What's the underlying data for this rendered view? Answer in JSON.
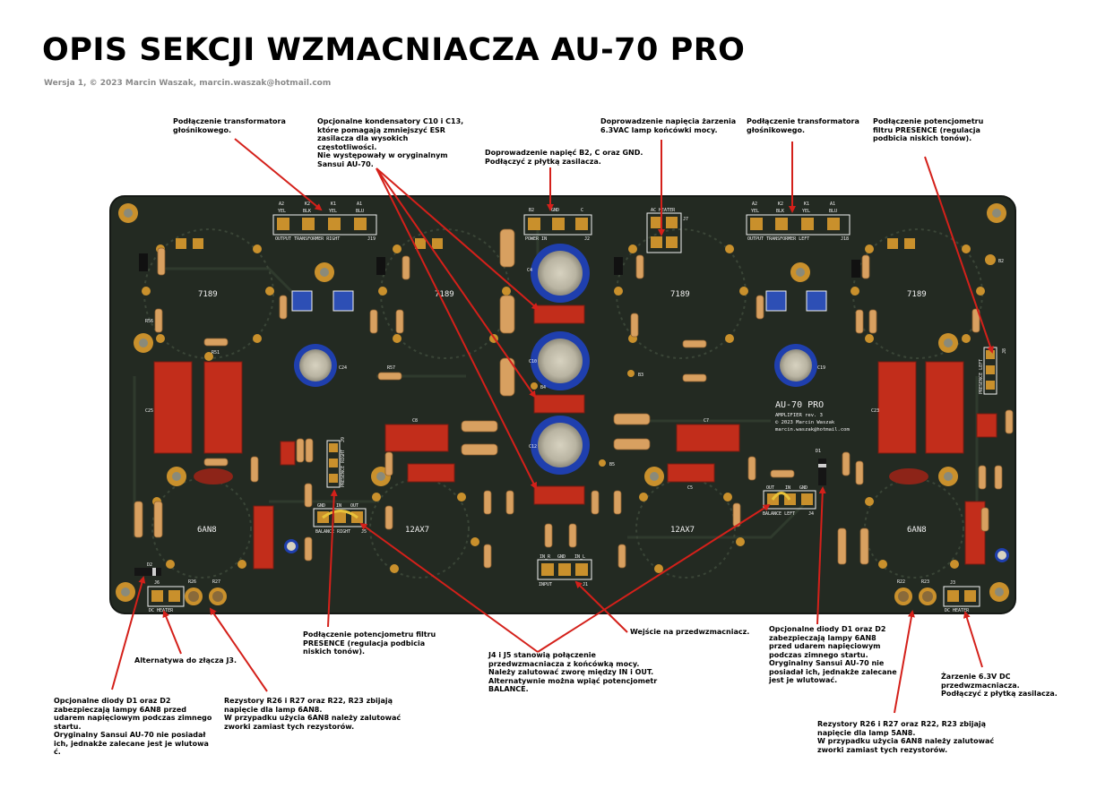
{
  "header": {
    "title": "OPIS SEKCJI WZMACNIACZA AU-70 PRO",
    "version": "Wersja 1, © 2023 Marcin Waszak, marcin.waszak@hotmail.com"
  },
  "annotations": {
    "transformer_right": "Podłączenie transformatora\ngłośnikowego.",
    "capacitors_c10_c13": "Opcjonalne kondensatory C10 i C13,\nktóre pomagają zmniejszyć ESR\nzasilacza dla wysokich\nczęstotliwości.\nNie występowały w oryginalnym\nSansui AU-70.",
    "power_b2": "Doprowadzenie napięć B2, C oraz GND.\nPodłączyć z płytką zasilacza.",
    "heater_6v3": "Doprowadzenie napięcia żarzenia\n6.3VAC lamp końcówki mocy.",
    "transformer_left": "Podłączenie transformatora\ngłośnikowego.",
    "presence_left": "Podłączenie potencjometru\nfiltru PRESENCE (regulacja\npodbicia niskich tonów).",
    "presence_right": "Podłączenie potencjometru filtru\nPRESENCE (regulacja podbicia\nniskich tonów).",
    "input": "Wejście na przedwzmacniacz.",
    "j4_j5": "J4 i J5 stanowią połączenie\nprzedwzmacniacza z końcówką mocy.\nNależy zalutować zworę między IN i OUT.\nAlternatywnie można wpiąć potencjometr\nBALANCE.",
    "j3_alt": "Alternatywa do złącza J3.",
    "diodes_left": "Opcjonalne diody D1 oraz D2\nzabezpieczają lampy 6AN8 przed\nudarem napięciowym podczas zimnego\nstartu.\nOryginalny Sansui AU-70 nie posiadał\nich, jednakże zalecane jest je wlutowa\nć.",
    "resistors_left": "Rezystory R26 i R27 oraz R22, R23 zbijają\nnapięcie dla lamp 6AN8.\nW przypadku użycia 6AN8 należy zalutować\nzworki zamiast tych rezystorów.",
    "diodes_right": "Opcjonalne diody D1 oraz D2\nzabezpieczają lampy 6AN8\nprzed udarem napięciowym\npodczas zimnego startu.\nOryginalny Sansui AU-70 nie\nposiadał ich, jednakże zalecane\njest je wlutować.",
    "heater_dc": "Żarzenie 6.3V DC\nprzedwzmacniacza.\nPodłączyć z płytką zasilacza.",
    "resistors_right": "Rezystory R26 i R27 oraz R22, R23 zbijają\nnapięcie dla lamp 5AN8.\nW przypadku użycia 6AN8 należy zalutować\nzworki zamiast tych rezystorów."
  },
  "pcb": {
    "board_title": "AU-70 PRO",
    "board_sub": "AMPLIFIER rev. 3",
    "board_copy": "© 2023 Marcin Waszak",
    "board_mail": "marcin.waszak@hotmail.com",
    "tube_7189": "7189",
    "tube_12ax7": "12AX7",
    "tube_6an8": "6AN8",
    "conn_out_right": "OUTPUT TRANSFORMER RIGHT",
    "conn_out_left": "OUTPUT TRANSFORMER LEFT",
    "conn_power": "POWER IN",
    "conn_input": "INPUT",
    "conn_dc_heater": "DC HEATER",
    "conn_ac_heater": "AC HEATER",
    "conn_balance_left": "BALANCE LEFT",
    "conn_balance_right": "BALANCE RIGHT",
    "conn_presence_left": "PRESENCE LEFT",
    "conn_presence_right": "PRESENCE RIGHT",
    "pin_a2": "A2",
    "pin_k2": "K2",
    "pin_k1": "K1",
    "pin_a1": "A1",
    "pin_yel": "YEL",
    "pin_blk": "BLK",
    "pin_blu": "BLU",
    "pin_b2": "B2",
    "pin_gnd": "GND",
    "pin_c": "C",
    "pin_in_r": "IN_R",
    "pin_in_l": "IN_L",
    "pin_out": "OUT",
    "pin_in": "IN",
    "j19": "J19",
    "j18": "J18",
    "j2": "J2",
    "j1": "J1",
    "j7": "J7",
    "j4": "J4",
    "j5": "J5",
    "j3": "J3",
    "j6": "J6",
    "j8": "J8",
    "j9": "J9",
    "ref_r26": "R26",
    "ref_r27": "R27",
    "ref_r22": "R22",
    "ref_r23": "R23",
    "ref_d1": "D1",
    "ref_d2": "D2",
    "ref_c10": "C10",
    "ref_c12": "C12",
    "ref_c4": "C4",
    "ref_c24": "C24",
    "ref_c19": "C19",
    "ref_c25": "C25",
    "ref_c23": "C23",
    "ref_c8": "C8",
    "ref_c7": "C7",
    "ref_c5": "C5",
    "ref_r56": "R56",
    "ref_r51": "R51",
    "ref_r57": "R57",
    "ref_b2": "B2",
    "ref_b3": "B3",
    "ref_b4": "B4",
    "ref_b5": "B5"
  },
  "colors": {
    "pcb": "#232a22",
    "copper": "#c9902c",
    "silk": "#f2f2f2",
    "resistor": "#d8a060",
    "film_cap": "#c22d1b",
    "elec_cap": "#1f3fae",
    "arrow": "#d4201a"
  }
}
